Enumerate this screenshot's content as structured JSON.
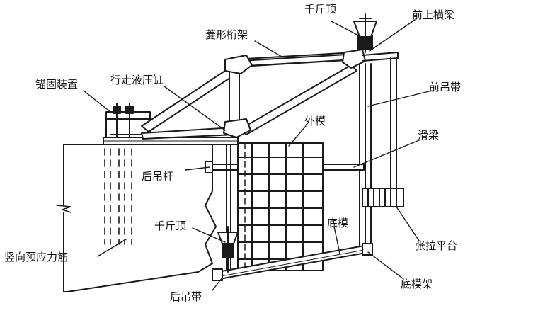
{
  "labels": {
    "jack_top": "千斤顶",
    "front_upper_beam": "前上横梁",
    "rhombic_truss": "菱形桁架",
    "front_hanger": "前吊带",
    "anchor_device": "锚固装置",
    "travel_cylinder": "行走液压缸",
    "outer_formwork": "外模",
    "slide_beam": "滑梁",
    "rear_hanger_rod": "后吊杆",
    "jack_bottom": "千斤顶",
    "bottom_formwork": "底模",
    "vertical_prestress_bar": "竖向预应力筋",
    "tension_platform": "张拉平台",
    "rear_hanger": "后吊带",
    "bottom_form_frame": "底模架"
  },
  "colors": {
    "line": "#1a1a1a",
    "background": "#ffffff"
  }
}
